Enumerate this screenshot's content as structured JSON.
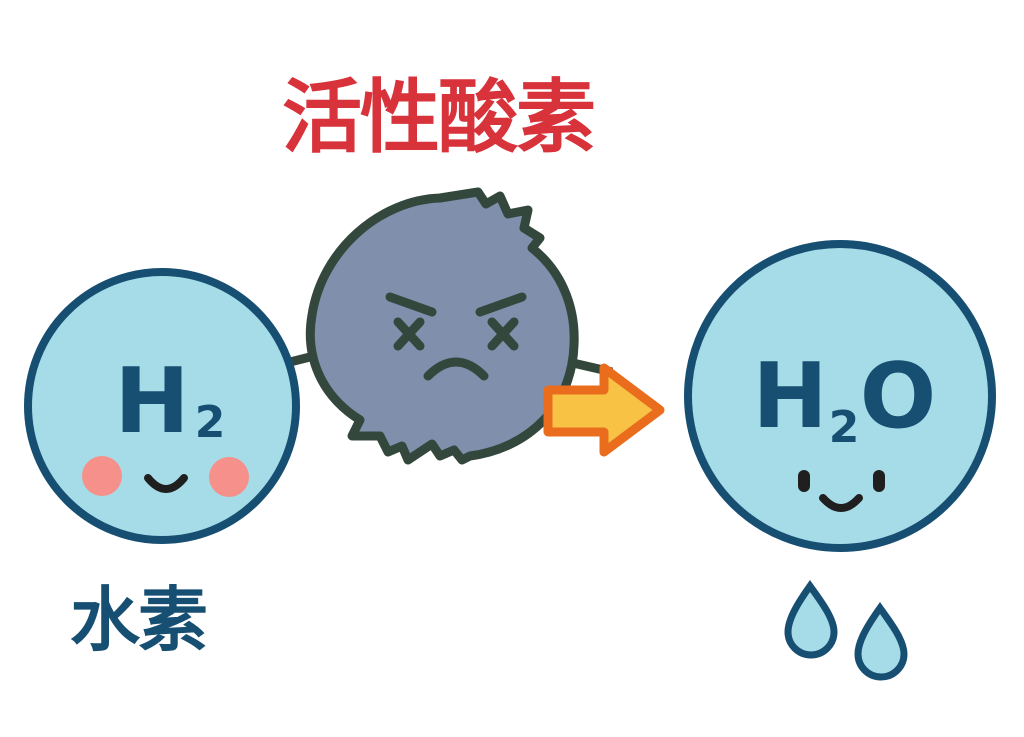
{
  "labels": {
    "ros_title": "活性酸素",
    "hydrogen_caption": "水素"
  },
  "molecules": {
    "hydrogen": {
      "formula_main": "H",
      "formula_sub": "2"
    },
    "water": {
      "formula_h": "H",
      "formula_sub": "2",
      "formula_o": "O"
    }
  },
  "colors": {
    "ros_title": "#d8323a",
    "hydrogen_caption": "#174f73",
    "molecule_fill": "#a6dce8",
    "molecule_stroke": "#174f73",
    "ros_fill": "#7f8fac",
    "ros_stroke": "#34473d",
    "cheek": "#f5918a",
    "arrow_fill": "#f8c245",
    "arrow_stroke": "#ea6d1d",
    "face": "#1f1f1f"
  }
}
